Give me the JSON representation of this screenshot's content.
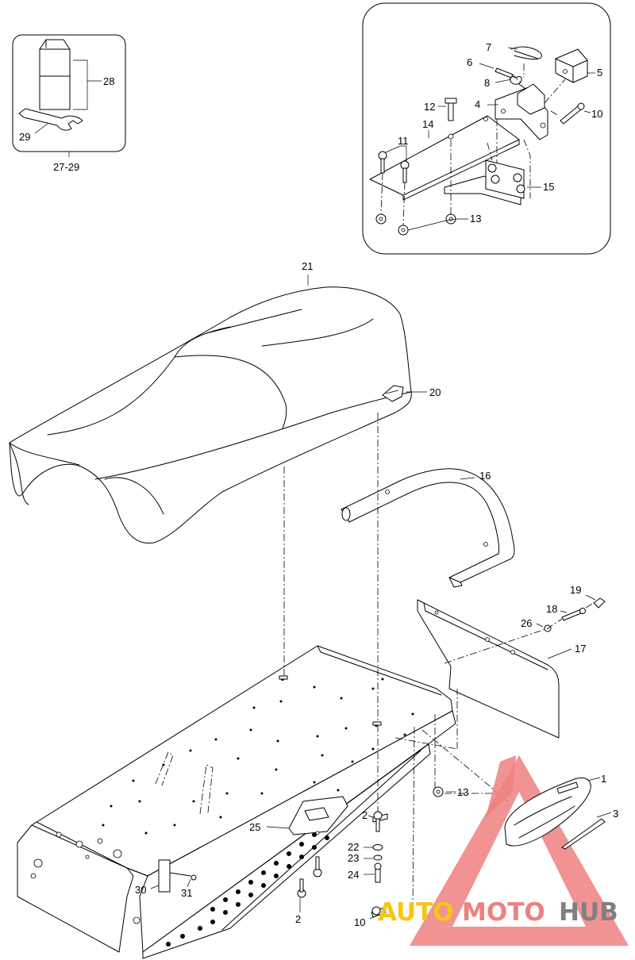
{
  "callouts": {
    "c1": "1",
    "c2a": "2",
    "c2b": "2",
    "c3": "3",
    "c4": "4",
    "c5": "5",
    "c6": "6",
    "c7": "7",
    "c8": "8",
    "c10a": "10",
    "c10b": "10",
    "c11": "11",
    "c12": "12",
    "c13a": "13",
    "c13b": "13",
    "c14": "14",
    "c15": "15",
    "c16": "16",
    "c17": "17",
    "c18": "18",
    "c19": "19",
    "c20": "20",
    "c21": "21",
    "c22": "22",
    "c23": "23",
    "c24": "24",
    "c25": "25",
    "c26": "26",
    "c28": "28",
    "c29": "29",
    "c30": "30",
    "c31": "31",
    "c27_29": "27-29"
  },
  "watermark": {
    "part1": "AUTO",
    "part2": "MOTO",
    "part3": "HUB",
    "color_gold": "#f5c518",
    "color_red": "#f08080",
    "color_gray": "#808080"
  }
}
